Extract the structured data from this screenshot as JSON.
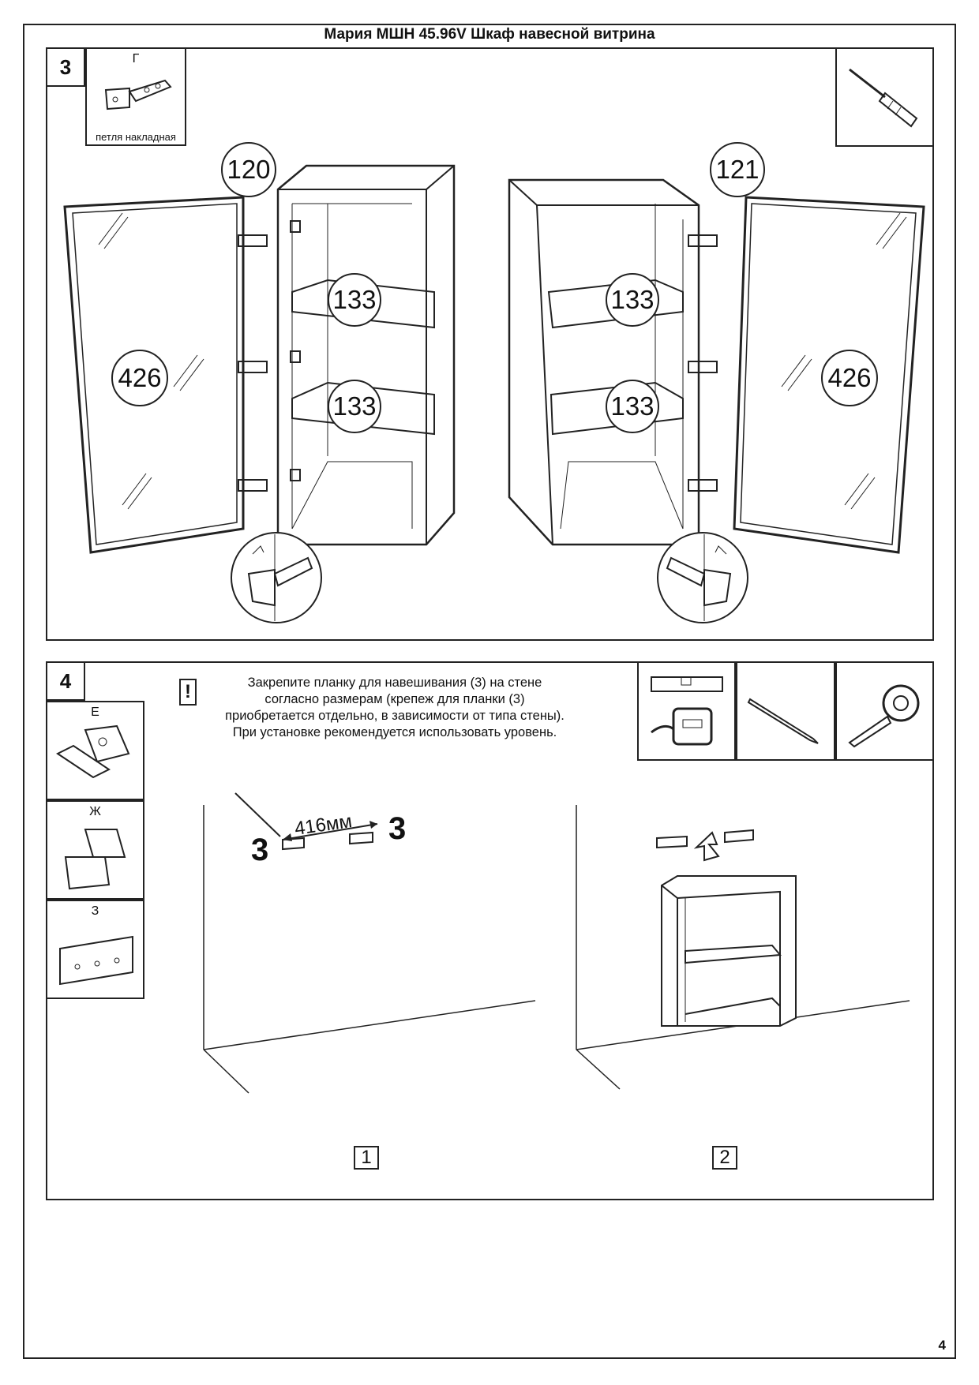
{
  "title": "Мария МШН 45.96V Шкаф навесной витрина",
  "step3": {
    "number": "3",
    "part_letter": "Г",
    "part_label": "петля накладная",
    "callouts": [
      "120",
      "121",
      "133",
      "133",
      "133",
      "133",
      "426",
      "426"
    ],
    "tool_icon": "screwdriver-icon"
  },
  "step4": {
    "number": "4",
    "note_mark": "!",
    "note_lines": [
      "Закрепите  планку для навешивания (3) на стене",
      "согласно размерам (крепеж для планки (3)",
      "приобретается отдельно, в зависимости от типа стены).",
      "При установке рекомендуется использовать уровень."
    ],
    "parts": [
      "Е",
      "Ж",
      "З"
    ],
    "tools": [
      "level-icon",
      "pencil-icon",
      "tape-measure-icon"
    ],
    "dimension": "416мм",
    "bracket_label": "3",
    "subfigures": [
      "1",
      "2"
    ]
  },
  "page_number": "4"
}
